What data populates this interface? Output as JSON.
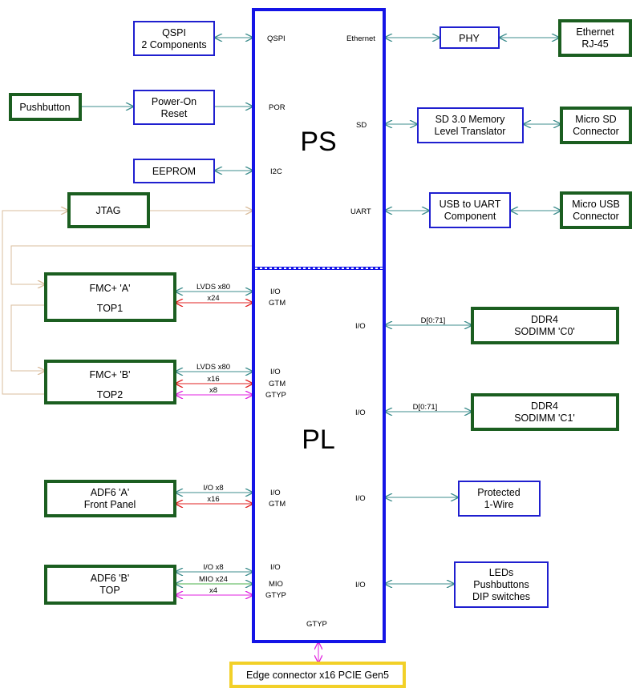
{
  "colors": {
    "main_block": "#1414e6",
    "blue_box": "#1f1fcf",
    "green_box": "#1b5e20",
    "yellow_box": "#f2d028",
    "teal_link": "#3c8c8c",
    "red_link": "#e02020",
    "magenta_link": "#e020e0",
    "tan_link": "#d9bc9c"
  },
  "blocks": {
    "ps": "PS",
    "pl": "PL"
  },
  "ps_ports": {
    "qspi": "QSPI",
    "por": "POR",
    "i2c": "I2C",
    "ethernet": "Ethernet",
    "sd": "SD",
    "uart": "UART"
  },
  "pl_ports": {
    "fmc_a_io": "I/O",
    "fmc_a_gtm": "GTM",
    "fmc_b_io": "I/O",
    "fmc_b_gtm": "GTM",
    "fmc_b_gtyp": "GTYP",
    "adf_a_io": "I/O",
    "adf_a_gtm": "GTM",
    "adf_b_io": "I/O",
    "adf_b_mio": "MIO",
    "adf_b_gtyp": "GTYP",
    "bottom_gtyp": "GTYP",
    "ddr_c0_io": "I/O",
    "ddr_c1_io": "I/O",
    "onewire_io": "I/O",
    "leds_io": "I/O"
  },
  "components": {
    "qspi": [
      "QSPI",
      "2 Components"
    ],
    "power_on_reset": [
      "Power-On",
      "Reset"
    ],
    "pushbutton": [
      "Pushbutton"
    ],
    "eeprom": [
      "EEPROM"
    ],
    "jtag": [
      "JTAG"
    ],
    "phy": [
      "PHY"
    ],
    "ethernet_rj45": [
      "Ethernet",
      "RJ-45"
    ],
    "sd_translator": [
      "SD 3.0 Memory",
      "Level Translator"
    ],
    "micro_sd": [
      "Micro SD",
      "Connector"
    ],
    "usb_uart": [
      "USB to UART",
      "Component"
    ],
    "micro_usb": [
      "Micro USB",
      "Connector"
    ],
    "fmc_a": [
      "FMC+ 'A'",
      "TOP1"
    ],
    "fmc_b": [
      "FMC+ 'B'",
      "TOP2"
    ],
    "adf6_a": [
      "ADF6 'A'",
      "Front Panel"
    ],
    "adf6_b": [
      "ADF6 'B'",
      "TOP"
    ],
    "ddr4_c0": [
      "DDR4",
      "SODIMM 'C0'"
    ],
    "ddr4_c1": [
      "DDR4",
      "SODIMM 'C1'"
    ],
    "onewire": [
      "Protected",
      "1-Wire"
    ],
    "leds": [
      "LEDs",
      "Pushbuttons",
      "DIP switches"
    ],
    "edge_connector": [
      "Edge connector x16 PCIE Gen5"
    ]
  },
  "bus_labels": {
    "fmc_a_lvds": "LVDS x80",
    "fmc_a_gt": "x24",
    "fmc_b_lvds": "LVDS x80",
    "fmc_b_gtm": "x16",
    "fmc_b_gtyp": "x8",
    "adf_a_io": "I/O x8",
    "adf_a_gtm": "x16",
    "adf_b_io": "I/O x8",
    "adf_b_mio": "MIO x24",
    "adf_b_gtyp": "x4",
    "ddr_c0": "D[0:71]",
    "ddr_c1": "D[0:71]"
  }
}
